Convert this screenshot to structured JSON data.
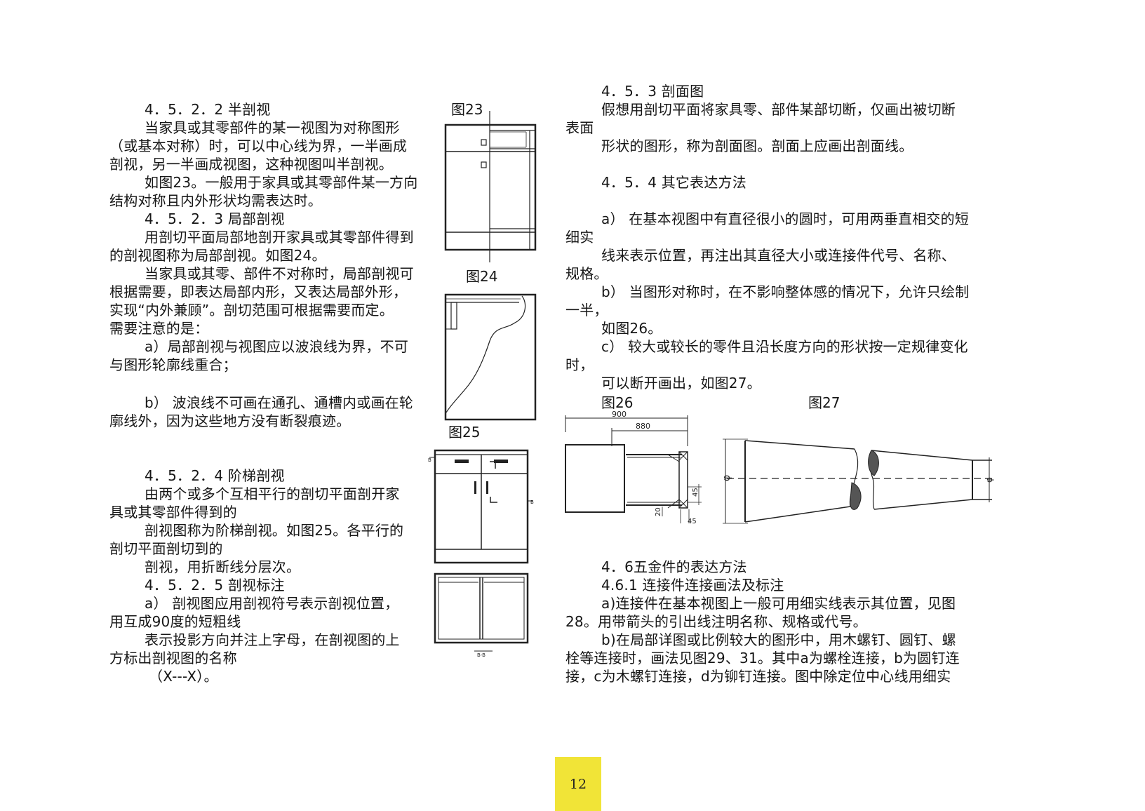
{
  "left_column": {
    "lines": [
      "4．5．2．2 半剖视",
      "当家具或其零部件的某一视图为对称图形",
      "（或基本对称）时，可以中心线为界，一半画成",
      "剖视，另一半画成视图，这种视图叫半剖视。",
      "如图23。一般用于家具或其零部件某一方向",
      "结构对称且内外形状均需表达时。",
      "4．5．2．3 局部剖视",
      "用剖切平面局部地剖开家具或其零部件得到",
      "的剖视图称为局部剖视。如图24。",
      "当家具或其零、部件不对称时，局部剖视可",
      "根据需要，即表达局部内形，又表达局部外形，",
      "实现“内外兼顾”。剖切范围可根据需要而定。",
      "需要注意的是：",
      "a）局部剖视与视图应以波浪线为界，不可",
      "与图形轮廓线重合；",
      "b） 波浪线不可画在通孔、通槽内或画在轮",
      "廓线外，因为这些地方没有断裂痕迹。",
      "4．5．2．4 阶梯剖视",
      "由两个或多个互相平行的剖切平面剖开家",
      "具或其零部件得到的",
      "剖视图称为阶梯剖视。如图25。各平行的",
      "剖切平面剖切到的",
      "剖视，用折断线分层次。",
      "4．5．2．5 剖视标注",
      "a） 剖视图应用剖视符号表示剖视位置，",
      "用互成90度的短粗线",
      "表示投影方向并注上字母，在剖视图的上",
      "方标出剖视图的名称",
      "（X---X）。"
    ]
  },
  "right_column": {
    "lines": [
      "4．5．3 剖面图",
      "假想用剖切平面将家具零、部件某部切断，仅画出被切断",
      "表面",
      "形状的图形，称为剖面图。剖面上应画出剖面线。",
      "4．5．4 其它表达方法",
      "a） 在基本视图中有直径很小的圆时，可用两垂直相交的短",
      "细实",
      "线来表示位置，再注出其直径大小或连接件代号、名称、",
      "规格。",
      "b） 当图形对称时，在不影响整体感的情况下，允许只绘制",
      "一半，",
      "如图26。",
      "c） 较大或较长的零件且沿长度方向的形状按一定规律变化",
      "时，",
      "可以断开画出，如图27。",
      "4．6五金件的表达方法",
      "4.6.1 连接件连接画法及标注",
      "a)连接件在基本视图上一般可用细实线表示其位置，见图",
      "28。用带箭头的引出线注明名称、规格或代号。",
      "b)在局部详图或比例较大的图形中，用木螺钉、圆钉、螺",
      "栓等连接时，画法见图29、31。其中a为螺栓连接，b为圆钉连",
      "接，c为木螺钉连接，d为铆钉连接。图中除定位中心线用细实"
    ]
  },
  "figures": {
    "fig23": "图23",
    "fig24": "图24",
    "fig25": "图25",
    "fig26": "图26",
    "fig27": "图27"
  },
  "fig26_dims": {
    "d900": "900",
    "d880": "880",
    "d45a": "45",
    "d20": "20",
    "d45b": "45"
  },
  "fig27_labels": {
    "phi_left": "φ",
    "phi_right": "φ"
  },
  "fig25_labels": {
    "mark_left": "B",
    "mark_right": "B",
    "section": "B-B"
  },
  "page_number": "12",
  "colors": {
    "page_number_bg": "#f1e437",
    "ink": "#161616"
  }
}
